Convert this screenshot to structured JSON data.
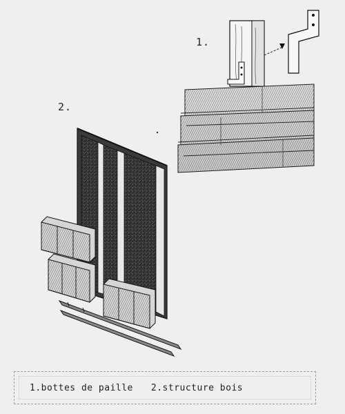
{
  "labels": {
    "one": "1.",
    "two": "2."
  },
  "legend": {
    "item1": "1.bottes de paille",
    "item2": "2.structure bois"
  },
  "colors": {
    "background": "#efefef",
    "ink": "#1a1a1a",
    "panel": "#2a2a2a",
    "straw": "#cfcfcf"
  }
}
